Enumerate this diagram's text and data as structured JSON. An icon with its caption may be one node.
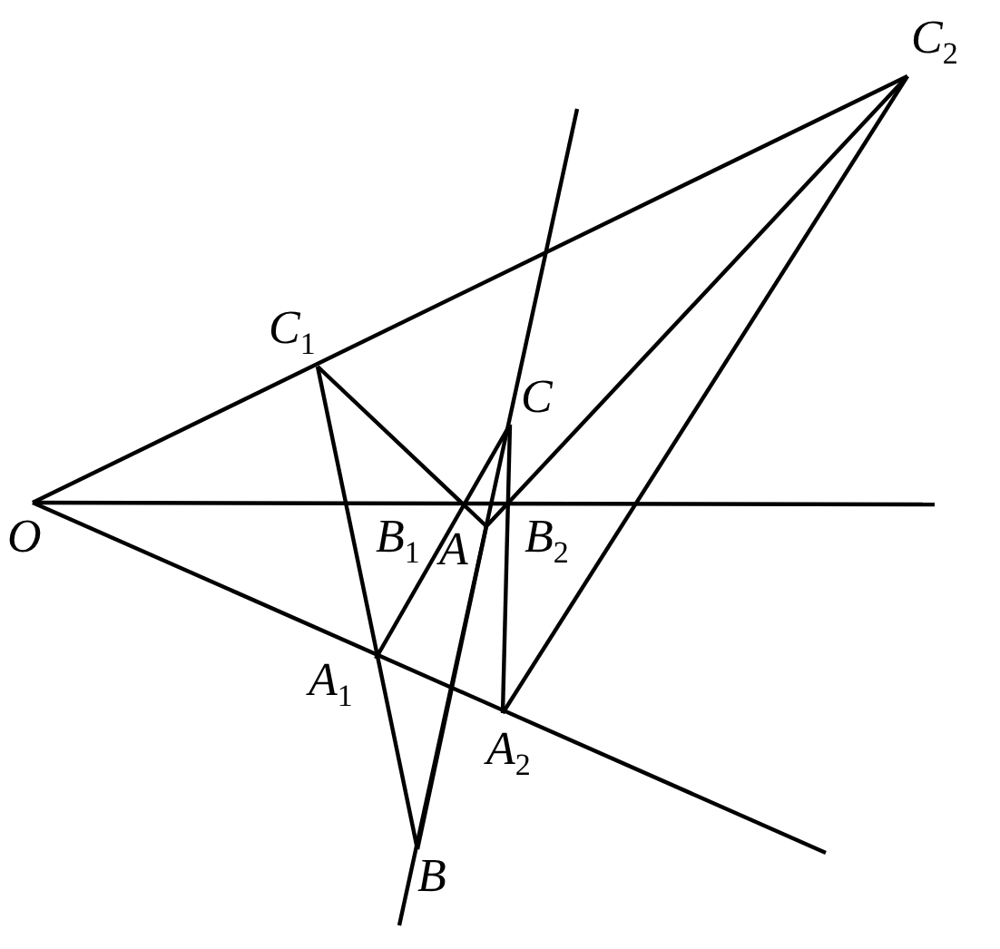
{
  "diagram": {
    "labels": [
      "C$_{2}$",
      "C$_{1}$",
      "C",
      "O",
      "B$_{1}$",
      "A",
      "B$_{2}$",
      "A$_{1}$",
      "A$_{2}$",
      "B"
    ]
  }
}
